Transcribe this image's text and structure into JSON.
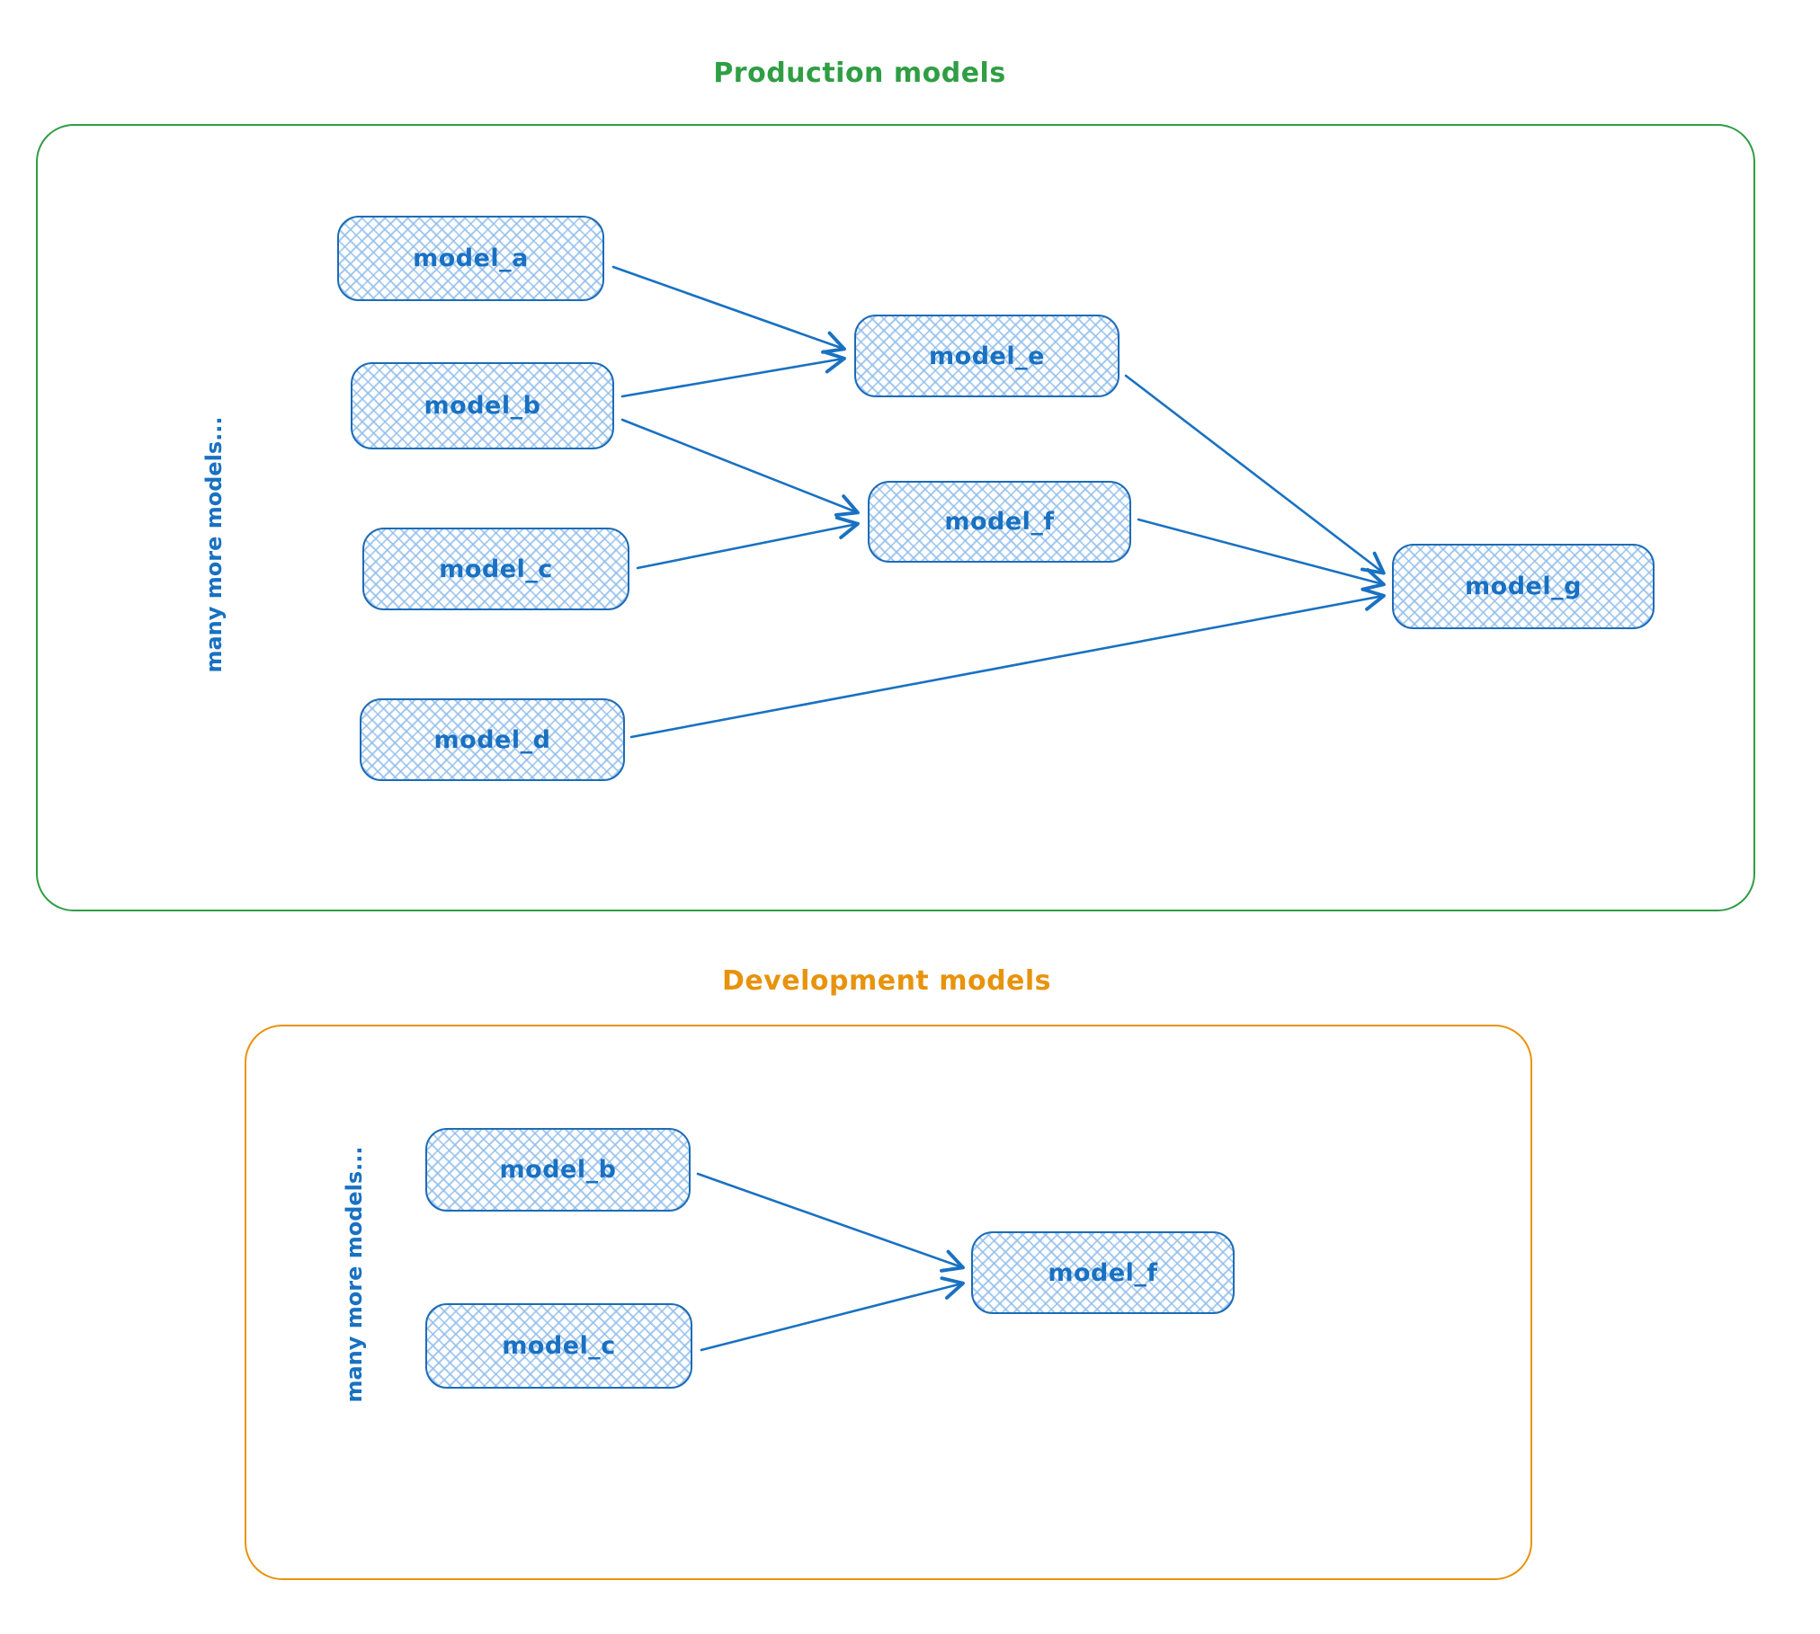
{
  "production": {
    "title": "Production models",
    "side_label": "many more models...",
    "nodes": {
      "model_a": "model_a",
      "model_b": "model_b",
      "model_c": "model_c",
      "model_d": "model_d",
      "model_e": "model_e",
      "model_f": "model_f",
      "model_g": "model_g"
    },
    "edges": [
      {
        "from": "model_a",
        "to": "model_e"
      },
      {
        "from": "model_b",
        "to": "model_e"
      },
      {
        "from": "model_b",
        "to": "model_f"
      },
      {
        "from": "model_c",
        "to": "model_f"
      },
      {
        "from": "model_e",
        "to": "model_g"
      },
      {
        "from": "model_f",
        "to": "model_g"
      },
      {
        "from": "model_d",
        "to": "model_g"
      }
    ]
  },
  "development": {
    "title": "Development models",
    "side_label": "many more models...",
    "nodes": {
      "model_b": "model_b",
      "model_c": "model_c",
      "model_f": "model_f"
    },
    "edges": [
      {
        "from": "model_b",
        "to": "model_f"
      },
      {
        "from": "model_c",
        "to": "model_f"
      }
    ]
  },
  "colors": {
    "production_border": "#2f9e44",
    "development_border": "#e8930c",
    "node_border": "#1c6cb8",
    "node_text": "#1971c2",
    "node_hatch": "#92beeb",
    "arrow": "#1971c2"
  }
}
